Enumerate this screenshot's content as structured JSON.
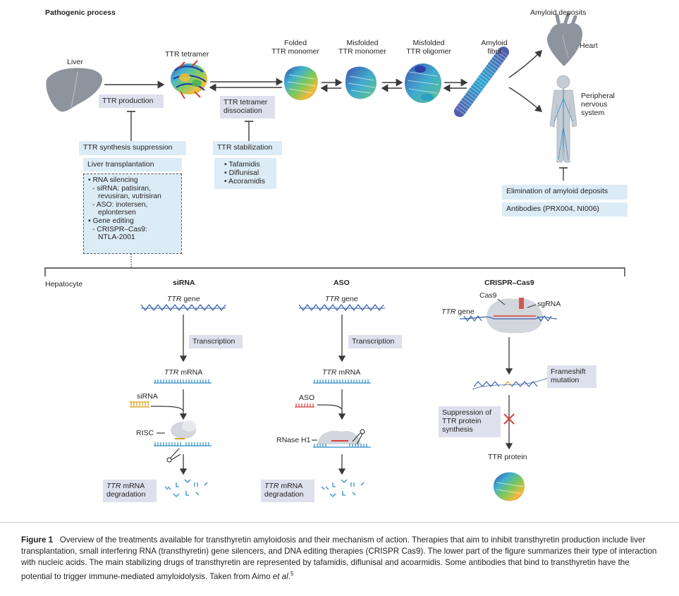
{
  "top": {
    "section_title": "Pathogenic process",
    "liver": "Liver",
    "tetramer": "TTR tetramer",
    "folded_monomer": [
      "Folded",
      "TTR monomer"
    ],
    "misfolded_monomer": [
      "Misfolded",
      "TTR monomer"
    ],
    "misfolded_oligomer": [
      "Misfolded",
      "TTR oligomer"
    ],
    "amyloid_fibril": [
      "Amyloid",
      "fibril"
    ],
    "amyloid_deposits": "Amyloid deposits",
    "heart": "Heart",
    "pns": [
      "Peripheral",
      "nervous",
      "system"
    ],
    "ttr_production": "TTR production",
    "ttr_dissociation": [
      "TTR tetramer",
      "dissociation"
    ],
    "synthesis_suppression": "TTR synthesis suppression",
    "liver_transplantation": "Liver transplantation",
    "therapies_list": [
      "• RNA silencing",
      "  - siRNA: patisiran,",
      "    revusiran, vutrisiran",
      "  - ASO: inotersen,",
      "    eplontersen",
      "• Gene editing",
      "  - CRISPR–Cas9:",
      "    NTLA-2001"
    ],
    "ttr_stabilization": "TTR stabilization",
    "stabilizers": [
      "• Tafamidis",
      "• Diflunisal",
      "• Acoramidis"
    ],
    "elimination": "Elimination of amyloid deposits",
    "antibodies": "Antibodies (PRX004, NI006)"
  },
  "bottom": {
    "hepatocyte": "Hepatocyte",
    "sirna": {
      "title": "siRNA",
      "gene_italic": "TTR",
      "gene_rest": " gene",
      "transcription": "Transcription",
      "mrna_italic": "TTR",
      "mrna_rest": " mRNA",
      "agent": "siRNA",
      "complex": "RISC",
      "deg_italic": "TTR",
      "deg_rest": " mRNA",
      "deg_line2": "degradation"
    },
    "aso": {
      "title": "ASO",
      "gene_italic": "TTR",
      "gene_rest": " gene",
      "transcription": "Transcription",
      "mrna_italic": "TTR",
      "mrna_rest": " mRNA",
      "agent": "ASO",
      "complex": "RNase H1",
      "deg_italic": "TTR",
      "deg_rest": " mRNA",
      "deg_line2": "degradation"
    },
    "crispr": {
      "title": "CRISPR–Cas9",
      "cas9": "Cas9",
      "sgrna": "sgRNA",
      "gene_italic": "TTR",
      "gene_rest": " gene",
      "frameshift": [
        "Frameshift",
        "mutation"
      ],
      "suppression": [
        "Suppression of",
        "TTR protein",
        "synthesis"
      ],
      "protein": "TTR protein"
    }
  },
  "caption": {
    "label": "Figure 1",
    "text": "Overview of the treatments available for transthyretin amyloidosis and their mechanism of action. Therapies that aim to inhibit transthyretin production include liver transplantation, small interfering RNA (transthyretin) gene silencers, and DNA editing therapies (CRISPR Cas9). The lower part of the figure summarizes their type of interaction with nucleic acids. The main stabilizing drugs of transthyretin are represented by tafamidis, diflunisal and acoarmidis. Some antibodies that bind to transthyretin have the potential to trigger immune-mediated amyloidolysis. Taken from Aimo ",
    "etal": "et al",
    "ref_period": ".",
    "ref": "5"
  },
  "colors": {
    "box_gray": "#dfe0ee",
    "box_blue": "#dcecf6",
    "rna_blue": "#2f8ec8",
    "sirna_gold": "#d9a21b",
    "aso_red": "#d6403a",
    "organ_gray": "#8a8f98"
  }
}
